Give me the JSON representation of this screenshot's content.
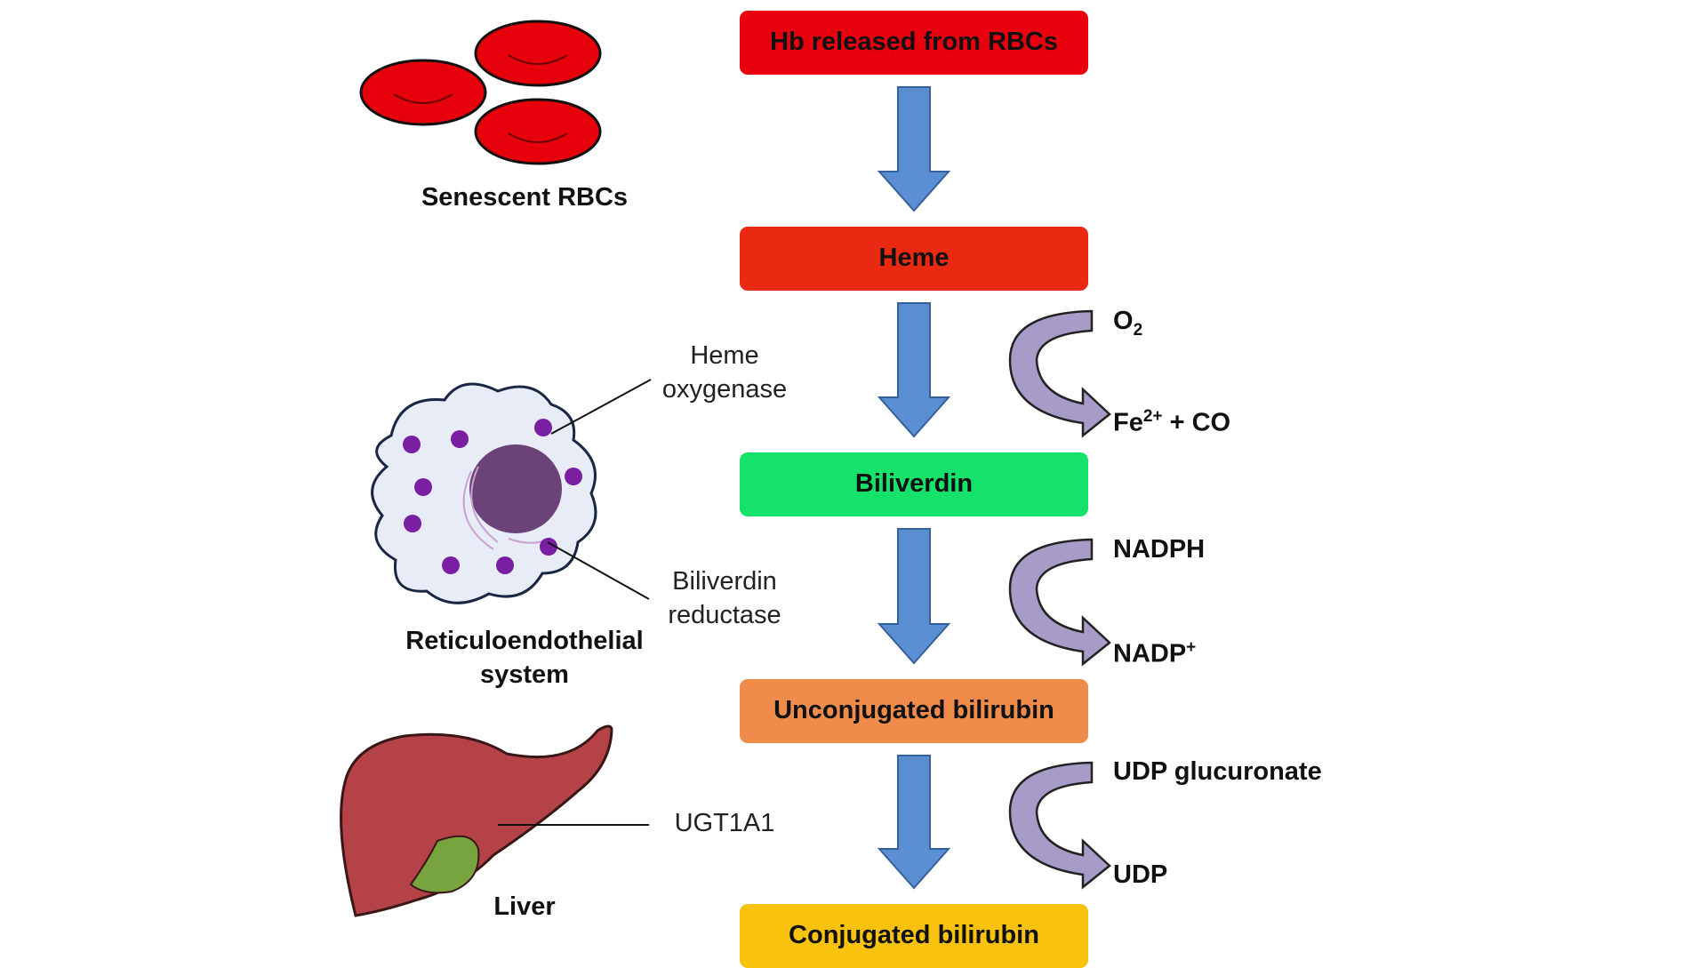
{
  "pathway": {
    "steps": [
      {
        "label": "Hb released from RBCs",
        "color": "#e8000f"
      },
      {
        "label": "Heme",
        "color": "#ea2912"
      },
      {
        "label": "Biliverdin",
        "color": "#14e26b"
      },
      {
        "label": "Unconjugated bilirubin",
        "color": "#ef8c4c"
      },
      {
        "label": "Conjugated bilirubin",
        "color": "#f8c20e"
      }
    ],
    "arrow_color": "#5b8fd4",
    "side_arrow_color": "#a79bc8"
  },
  "reactions": {
    "r1": {
      "in_main": "O",
      "in_sub": "2",
      "out_main": "Fe",
      "out_sup": "2+",
      "out_rest": " + CO"
    },
    "r2": {
      "in": "NADPH",
      "out_main": "NADP",
      "out_sup": "+"
    },
    "r3": {
      "in": "UDP glucuronate",
      "out": "UDP"
    }
  },
  "enzymes": {
    "heme_oxygenase": "Heme oxygenase",
    "biliverdin_reductase": "Biliverdin reductase",
    "ugt1a1": "UGT1A1"
  },
  "organs": {
    "rbc": "Senescent RBCs",
    "res": "Reticuloendothelial system",
    "liver": "Liver"
  }
}
